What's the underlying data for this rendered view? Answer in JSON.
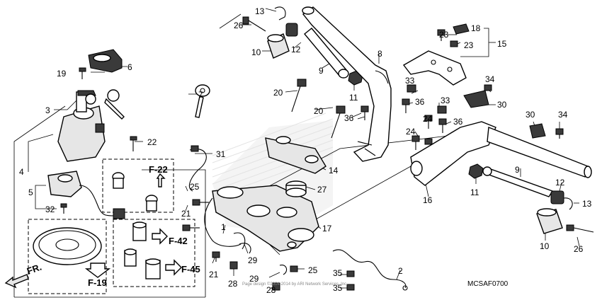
{
  "callouts": {
    "c1": "1",
    "c2": "2",
    "c3": "3",
    "c4": "4",
    "c5": "5",
    "c6": "6",
    "c7": "7",
    "c8": "8",
    "c9": "9",
    "c10": "10",
    "c11": "11",
    "c12": "12",
    "c13": "13",
    "c14": "14",
    "c15": "15",
    "c16": "16",
    "c17": "17",
    "c18": "18",
    "c19": "19",
    "c20": "20",
    "c21": "21",
    "c22": "22",
    "c23": "23",
    "c24": "24",
    "c25": "25",
    "c26": "26",
    "c27": "27",
    "c28": "28",
    "c29": "29",
    "c30": "30",
    "c31": "31",
    "c32": "32",
    "c33": "33",
    "c34": "34",
    "c35": "35",
    "c36": "36"
  },
  "refs": {
    "f22": "F-22",
    "f42": "F-42",
    "f45": "F-45",
    "f19": "F-19",
    "fr": "FR."
  },
  "diagram_code": "MCSAF0700",
  "copyright": "Page design ©2004-2014 by ARI Network Services, Inc."
}
